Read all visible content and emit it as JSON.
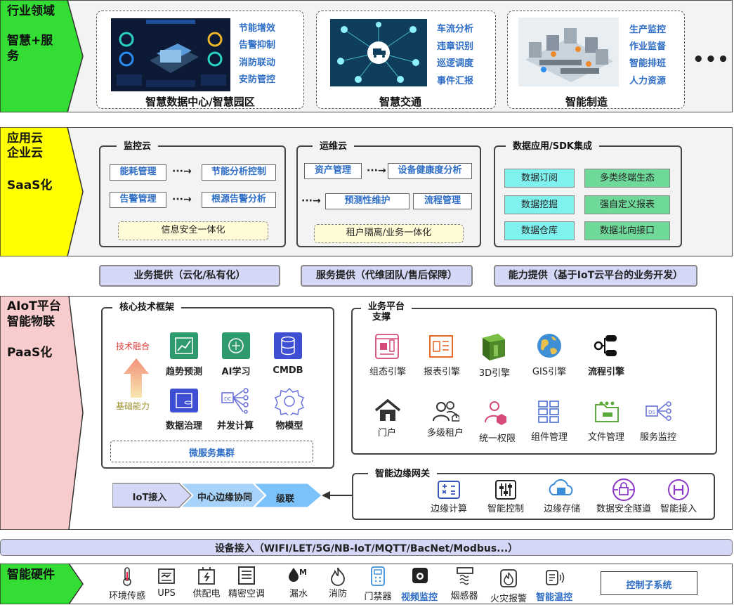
{
  "layers": {
    "industry": {
      "label_line1": "行业领域",
      "label_line2": "智慧+服",
      "label_line3": "务"
    },
    "saas": {
      "label_line1": "应用云",
      "label_line2": "企业云",
      "label_line3": "SaaS化"
    },
    "paas": {
      "label_line1": "AIoT平台",
      "label_line2": "智能物联",
      "label_line3": "PaaS化"
    },
    "hardware": {
      "label": "智能硬件"
    }
  },
  "industry": {
    "datacenter": {
      "caption": "智慧数据中心/智慧园区",
      "items": [
        "节能增效",
        "告警抑制",
        "消防联动",
        "安防管控"
      ]
    },
    "traffic": {
      "caption": "智慧交通",
      "items": [
        "车流分析",
        "违章识别",
        "巡逻调度",
        "事件汇报"
      ]
    },
    "manufacturing": {
      "caption": "智能制造",
      "items": [
        "生产监控",
        "作业监督",
        "智能排班",
        "人力资源"
      ]
    },
    "more": "•••"
  },
  "saas": {
    "monitor": {
      "title": "监控云",
      "b1": "能耗管理",
      "b2": "节能分析控制",
      "b3": "告警管理",
      "b4": "根源告警分析",
      "footer": "信息安全一体化",
      "arrow": "···→"
    },
    "ops": {
      "title": "运维云",
      "b1": "资产管理",
      "b2": "设备健康度分析",
      "b3": "预测性维护",
      "b4": "流程管理",
      "footer": "租户隔离/业务一体化",
      "arrow": "···→"
    },
    "data": {
      "title": "数据应用/SDK集成",
      "c1": "数据订阅",
      "g1": "多类终端生态",
      "c2": "数据挖掘",
      "g2": "强自定义报表",
      "c3": "数据仓库",
      "g3": "数据北向接口"
    }
  },
  "services": [
    "业务提供（云化/私有化）",
    "服务提供（代维团队/售后保障）",
    "能力提供（基于IoT云平台的业务开发）"
  ],
  "paas": {
    "core": {
      "title": "核心技术框架",
      "fusion": "技术融合",
      "base": "基础能力",
      "items": [
        "趋势预测",
        "AI学习",
        "CMDB",
        "数据治理",
        "并发计算",
        "物模型"
      ],
      "cluster": "微服务集群"
    },
    "biz": {
      "title_line1": "业务平台",
      "title_line2": "支撑",
      "row1": [
        "组态引擎",
        "报表引擎",
        "3D引擎",
        "GIS引擎",
        "流程引擎"
      ],
      "row2": [
        "门户",
        "多级租户",
        "统一权限",
        "组件管理",
        "文件管理",
        "服务监控"
      ]
    },
    "edge": {
      "title": "智能边缘网关",
      "items": [
        "边缘计算",
        "智能控制",
        "边缘存储",
        "数据安全隧道",
        "智能接入"
      ]
    },
    "flow": [
      "IoT接入",
      "中心边缘协同",
      "级联"
    ]
  },
  "access_bar": "设备接入（WIFI/LET/5G/NB-IoT/MQTT/BacNet/Modbus...）",
  "hardware": {
    "items": [
      "环境传感",
      "UPS",
      "供配电",
      "精密空调",
      "漏水",
      "消防",
      "门禁器",
      "视频监控",
      "烟感器",
      "火灾报警",
      "智能温控"
    ],
    "subsystem": "控制子系统"
  },
  "colors": {
    "industry_arrow": "#33dd33",
    "saas_arrow": "#ffff00",
    "paas_arrow": "#f8cccc",
    "hardware_arrow": "#33dd33",
    "link_blue": "#2f6ec6",
    "pill_lavender": "#d4d7f6",
    "cyan_cell": "#7ff1ef",
    "green_cell": "#6fd99a"
  }
}
